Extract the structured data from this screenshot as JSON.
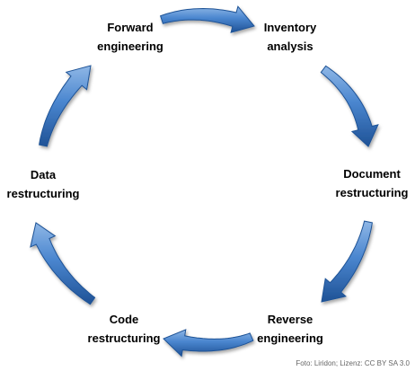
{
  "stages": [
    {
      "id": "forward-engineering",
      "lines": [
        "Forward",
        "engineering"
      ]
    },
    {
      "id": "inventory-analysis",
      "lines": [
        "Inventory",
        "analysis"
      ]
    },
    {
      "id": "document-restructuring",
      "lines": [
        "Document",
        "restructuring"
      ]
    },
    {
      "id": "reverse-engineering",
      "lines": [
        "Reverse",
        "engineering"
      ]
    },
    {
      "id": "code-restructuring",
      "lines": [
        "Code",
        "restructuring"
      ]
    },
    {
      "id": "data-restructuring",
      "lines": [
        "Data",
        "restructuring"
      ]
    }
  ],
  "credit": "Foto: Liridon; Lizenz: CC BY SA 3.0",
  "colors": {
    "arrow_light": "#8fb7e6",
    "arrow_mid": "#4a86cf",
    "arrow_dark": "#1f5296",
    "text": "#000000",
    "credit": "#666666"
  }
}
